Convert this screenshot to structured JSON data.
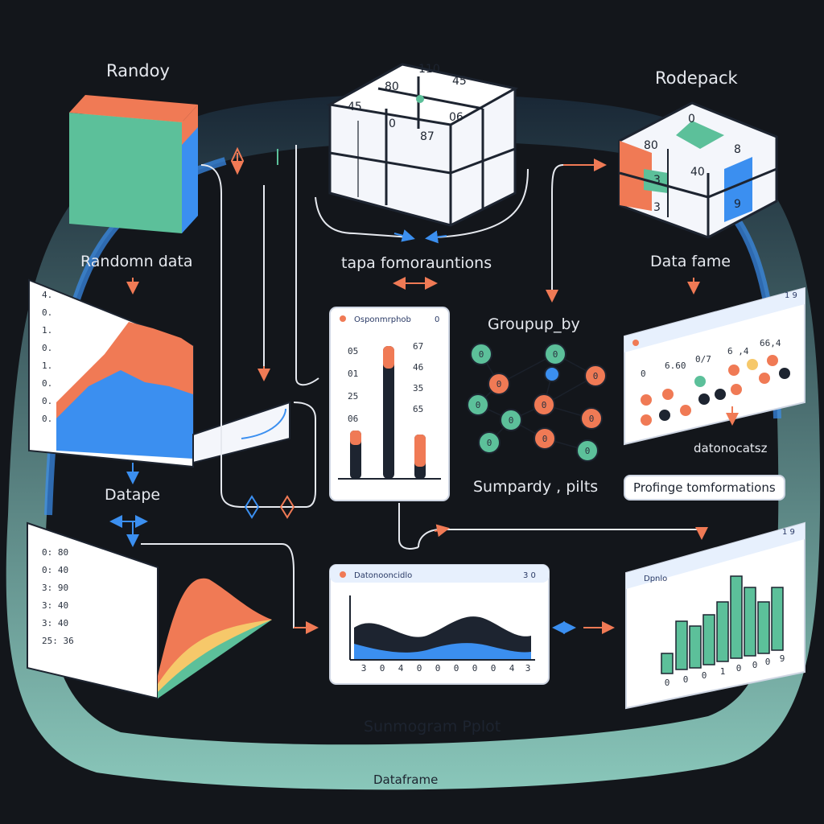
{
  "labels": {
    "top_left": "Randoy",
    "top_right": "Rodepack",
    "random_data": "Randomn data",
    "tapa": "tapa fomorauntions",
    "data_fame": "Data fame",
    "group_by": "Groupup_by",
    "datape": "Datape",
    "sumpardy": "Sumpardy , pilts",
    "datonocats": "datonocatsz",
    "profinge": "Profinge tomformations",
    "sunmogram": "Sunmogram Pplot",
    "dataframe": "Dataframe"
  },
  "panels": {
    "bar_panel_title": "Osponmrphob",
    "bar_panel_corner": "0",
    "bar_panel_values": [
      "05",
      "01",
      "25",
      "06",
      "67",
      "46",
      "35",
      "65"
    ],
    "dot_panel_corner": "1 9",
    "dot_panel_values": [
      "0",
      "6.60",
      "0/7",
      "6 ,4",
      "66,4"
    ],
    "wave_panel_title": "Datonooncidlo",
    "wave_panel_corner": "3 0",
    "wave_axis_labels": [
      "3",
      "0",
      "4",
      "0",
      "0",
      "0",
      "0",
      "0",
      "4",
      "3"
    ],
    "hist_panel_title": "Dpnlo",
    "hist_panel_corner": "1 9",
    "hist_axis_labels": [
      "0",
      "0",
      "0",
      "1",
      "0",
      "0",
      "0",
      "9"
    ]
  },
  "cube_center_numbers": [
    "110",
    "80",
    "45",
    "45",
    "0",
    "87",
    "06"
  ],
  "cube_right_numbers": [
    "0",
    "80",
    "3",
    "40",
    "8",
    "3",
    "9"
  ],
  "graph_node_labels": [
    "0",
    "0",
    "0",
    "0",
    "0",
    "0",
    "0",
    "0",
    "0",
    "0",
    "0"
  ],
  "colors": {
    "background": "#13161b",
    "blue": "#3b8ff0",
    "orange": "#f07a55",
    "green": "#5cc09a",
    "teal_glow": "#8fe3d0"
  }
}
